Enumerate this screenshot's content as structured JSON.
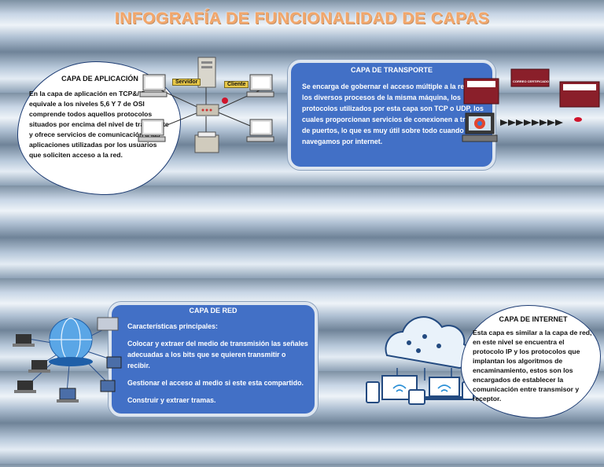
{
  "title": "INFOGRAFÍA DE FUNCIONALIDAD DE CAPAS",
  "aplicacion": {
    "title": "CAPA DE APLICACIÓN",
    "text": "En la capa de aplicación en TCP&/IP equivale a los niveles 5,6 Y 7 de OSI comprende todos aquellos protocolos situados por encima del nivel de transporte y ofrece servicios de comunicación a las aplicaciones utilizadas por los usuarios que soliciten acceso a la red."
  },
  "network_diagram": {
    "server_label": "Servidor",
    "client_label": "Cliente"
  },
  "transporte": {
    "title": "CAPA DE TRANSPORTE",
    "text": "Se encarga de gobernar el acceso múltiple a la red de los diversos procesos de la misma máquina, los protocolos utilizados por esta capa son TCP o UDP, los cuales proporcionan servicios de conexionen a través de puertos, lo que es muy útil sobre todo cuando navegamos por internet."
  },
  "mail_icons": {
    "label": "CORREO CERTIFICADO"
  },
  "red": {
    "title": "CAPA DE RED",
    "items": [
      "Características principales:",
      "Colocar y extraer del medio de transmisión las señales adecuadas a los bits que se quieren transmitir o recibir.",
      "Gestionar el acceso al medio si este esta compartido.",
      "Construir y extraer tramas."
    ]
  },
  "internet": {
    "title": "CAPA DE INTERNET",
    "text": "Esta capa es similar a la capa de red, en este nivel se encuentra el protocolo IP y los protocolos que implantan los algoritmos de encaminamiento, estos son los encargados de establecer la comunicación entre transmisor y receptor."
  },
  "colors": {
    "title": "#f2a66a",
    "panel": "#4270c6",
    "cloud_border": "#1d3c73"
  }
}
